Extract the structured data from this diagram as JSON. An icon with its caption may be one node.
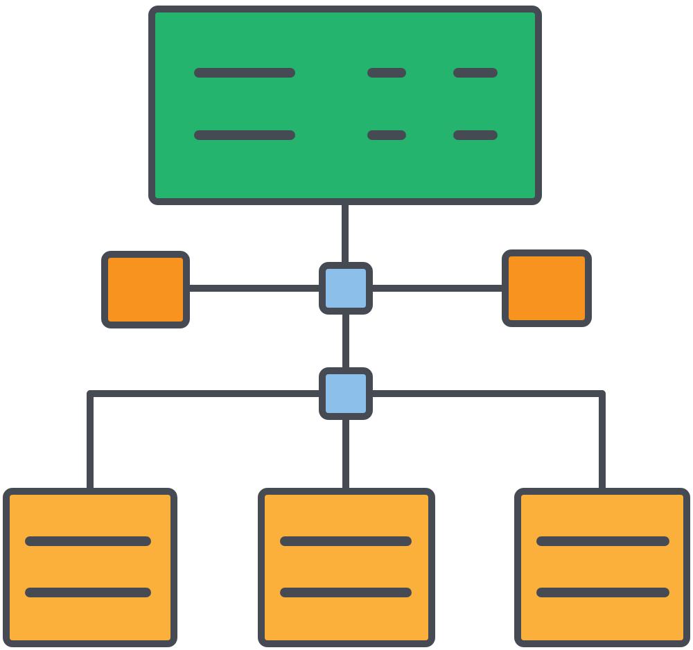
{
  "diagram": {
    "nodes": [
      {
        "text": [],
        "shape": "box"
      },
      {
        "text": [],
        "shape": "box"
      },
      {
        "text": [],
        "shape": "box"
      },
      {
        "text": [],
        "shape": "box"
      },
      {
        "text": [],
        "shape": "box"
      },
      {
        "text": [],
        "shape": "box"
      },
      {
        "text": [],
        "shape": "box"
      },
      {
        "text": [],
        "shape": "box"
      }
    ],
    "edges": [
      {
        "from": 0,
        "to": 2,
        "arrow": "none"
      },
      {
        "from": 2,
        "to": 1,
        "arrow": "none"
      },
      {
        "from": 2,
        "to": 3,
        "arrow": "none"
      },
      {
        "from": 2,
        "to": 4,
        "arrow": "none"
      },
      {
        "from": 4,
        "to": 5,
        "arrow": "none"
      },
      {
        "from": 4,
        "to": 6,
        "arrow": "none"
      },
      {
        "from": 4,
        "to": 7,
        "arrow": "none"
      }
    ]
  }
}
